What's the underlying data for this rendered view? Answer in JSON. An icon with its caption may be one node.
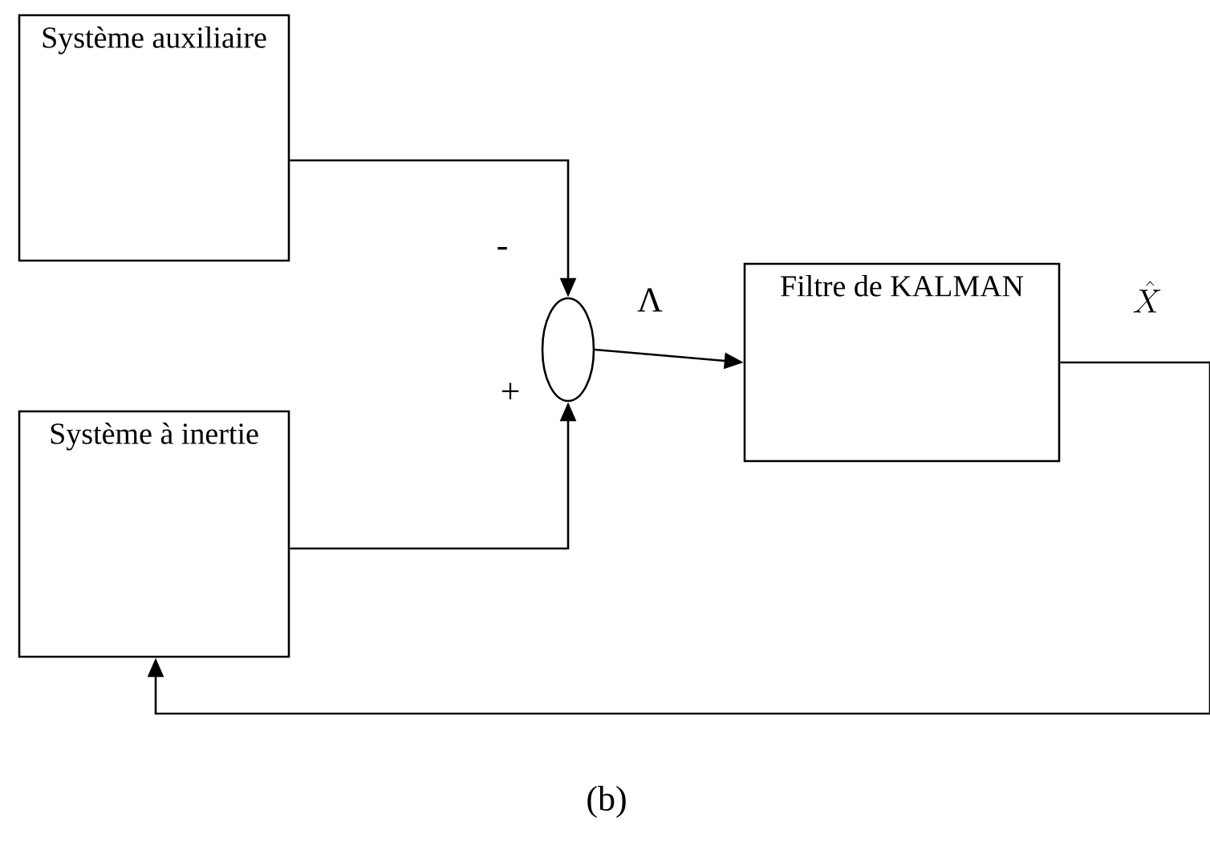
{
  "diagram": {
    "caption": "(b)",
    "nodes": [
      {
        "text": [
          "Système auxiliaire"
        ]
      },
      {
        "text": [
          "Système à inertie"
        ]
      },
      {
        "text": [],
        "shape": "ellipse"
      },
      {
        "text": [
          "Filtre de KALMAN"
        ]
      }
    ],
    "edges": [
      {
        "from": 0,
        "to": 2,
        "arrow": "to",
        "label": "-"
      },
      {
        "from": 1,
        "to": 2,
        "arrow": "to",
        "label": "+"
      },
      {
        "from": 2,
        "to": 3,
        "arrow": "to",
        "label": "Λ"
      },
      {
        "from": 3,
        "to": 1,
        "arrow": "to",
        "label": "\\hat{X}"
      }
    ]
  }
}
